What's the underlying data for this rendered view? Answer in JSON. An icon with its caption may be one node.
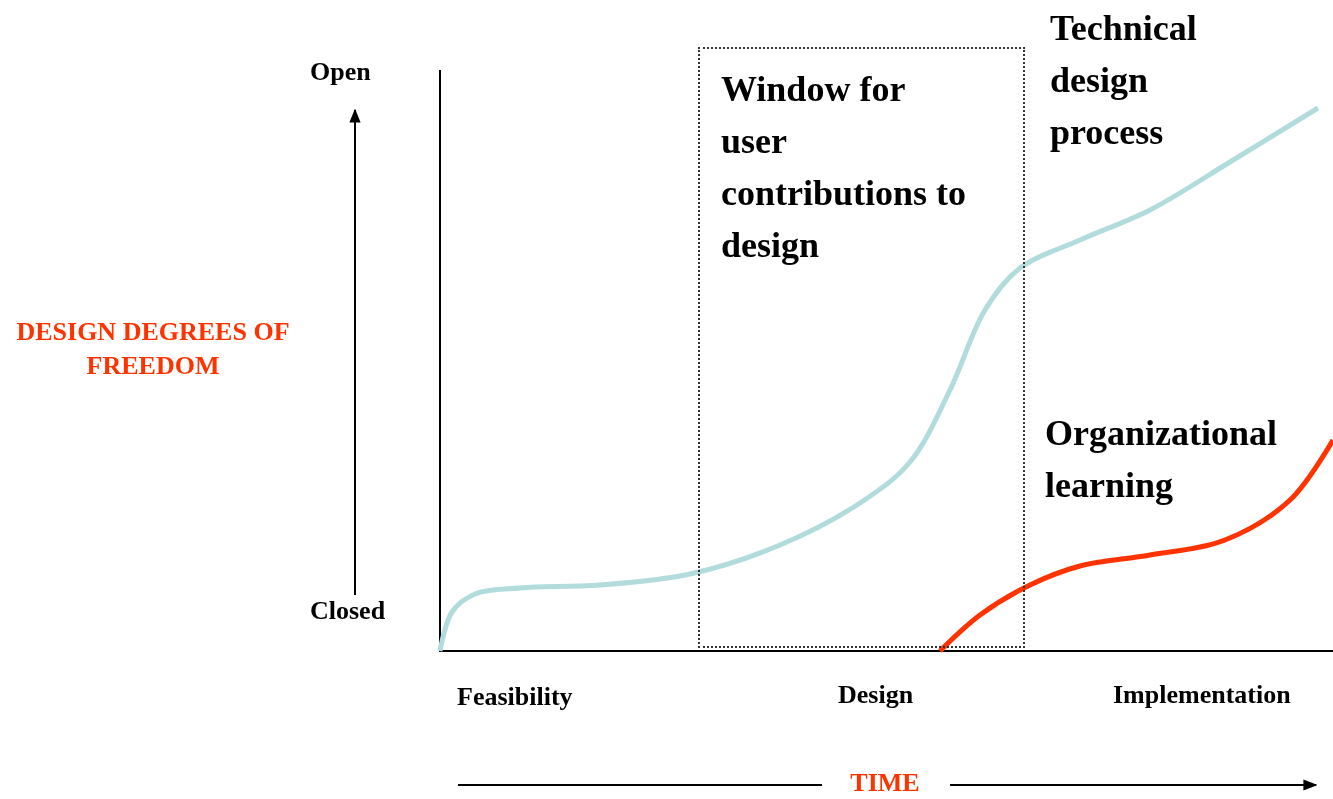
{
  "diagram": {
    "nodes": [
      {
        "text": [
          "Window for user contributions to design"
        ]
      }
    ],
    "edges": [],
    "labels": [
      "Open",
      "Closed",
      "DESIGN DEGREES OF FREEDOM",
      "Technical design process",
      "Organizational learning",
      "Feasibility",
      "Design",
      "Implementation",
      "TIME"
    ]
  }
}
